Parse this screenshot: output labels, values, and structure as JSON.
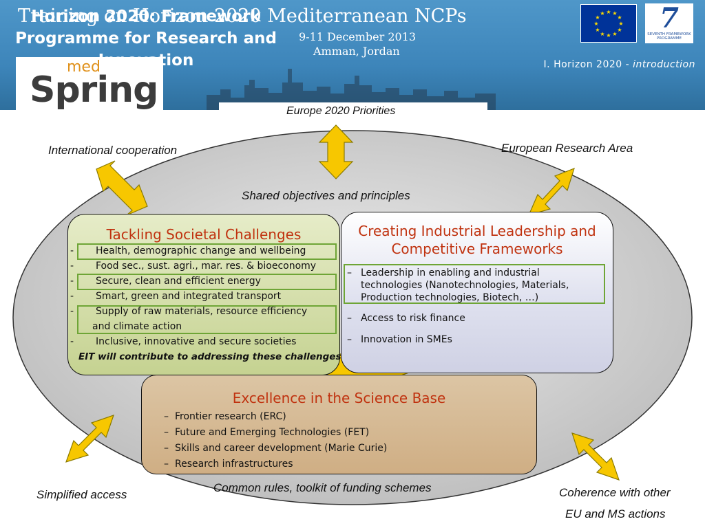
{
  "header": {
    "conference_title": "Training on Horizon 2020 Mediterranean NCPs",
    "dates": "9-11 December 2013",
    "location": "Amman, Jordan",
    "slide_title": "Horizon 2020: Framework Programme for Research and Innovation",
    "logo": {
      "top": "med",
      "main": "Spring"
    },
    "section": "I. Horizon 2020 -",
    "section_sub": "introduction",
    "fp7_number": "7",
    "fp7_text": "SEVENTH FRAMEWORK PROGRAMME"
  },
  "labels": {
    "top": "Europe 2020 Priorities",
    "top_left": "International cooperation",
    "top_right": "European Research Area",
    "shared": "Shared objectives and principles",
    "bottom": "Common rules, toolkit of funding schemes",
    "bottom_left": "Simplified access",
    "bottom_right_1": "Coherence with other",
    "bottom_right_2": "EU and MS actions"
  },
  "societal_challenges": {
    "title": "Tackling Societal Challenges",
    "dash": "-",
    "items": [
      "Health, demographic change and wellbeing",
      "Food sec., sust. agri., mar. res. & bioeconomy",
      "Secure, clean and efficient energy",
      "Smart, green and integrated transport",
      "Supply of raw materials, resource efficiency",
      "and climate action",
      "Inclusive, innovative and secure societies"
    ],
    "eit_note": "EIT will contribute to addressing these challenges"
  },
  "industrial_leadership": {
    "title_1": "Creating Industrial Leadership and",
    "title_2": "Competitive Frameworks",
    "dash": "–",
    "items": [
      "Leadership in enabling and industrial technologies (Nanotechnologies, Materials, Production technologies,  Biotech, …)",
      "Access to risk finance",
      "Innovation in SMEs"
    ]
  },
  "science_base": {
    "title": "Excellence in the Science Base",
    "dash": "–",
    "items": [
      "Frontier research (ERC)",
      "Future and Emerging Technologies (FET)",
      "Skills and career development (Marie Curie)",
      "Research infrastructures"
    ]
  },
  "colors": {
    "header_blue": "#3d85ba",
    "title_red": "#c0320f",
    "arrow_yellow": "#f7c700",
    "highlight_green": "#6ea536",
    "ellipse_gray": "#cfcfcf",
    "eu_blue": "#003399",
    "eu_star": "#ffdd00"
  }
}
